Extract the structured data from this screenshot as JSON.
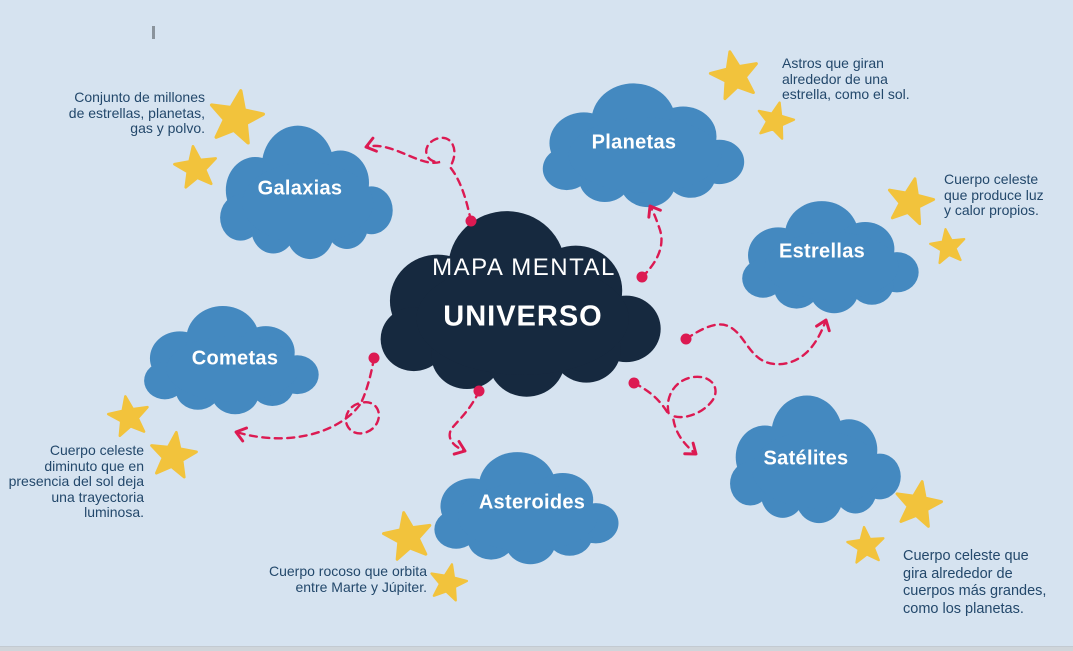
{
  "background": {
    "color": "#d6e3f0"
  },
  "palette": {
    "cloud_blue": "#4489c0",
    "center_navy": "#16293f",
    "star_yellow": "#f2c33c",
    "arrow_crimson": "#dc1a52",
    "description_text": "#23486b",
    "label_text": "#ffffff"
  },
  "center": {
    "title_line1": "MAPA MENTAL",
    "title_line2": "UNIVERSO"
  },
  "nodes": [
    {
      "id": "galaxias",
      "label": "Galaxias",
      "desc": "Conjunto de millones\nde estrellas, planetas,\ngas y polvo."
    },
    {
      "id": "planetas",
      "label": "Planetas",
      "desc": "Astros que giran\nalrededor de una\nestrella, como el sol."
    },
    {
      "id": "estrellas",
      "label": "Estrellas",
      "desc": "Cuerpo celeste\nque produce luz\ny calor propios."
    },
    {
      "id": "cometas",
      "label": "Cometas",
      "desc": "Cuerpo celeste\ndiminuto que en\npresencia del sol deja\nuna trayectoria\nluminosa."
    },
    {
      "id": "asteroides",
      "label": "Asteroides",
      "desc": "Cuerpo rocoso que orbita\nentre Marte y Júpiter."
    },
    {
      "id": "satelites",
      "label": "Satélites",
      "desc": "Cuerpo celeste que\ngira alrededor de\ncuerpos más grandes,\ncomo los planetas."
    }
  ]
}
